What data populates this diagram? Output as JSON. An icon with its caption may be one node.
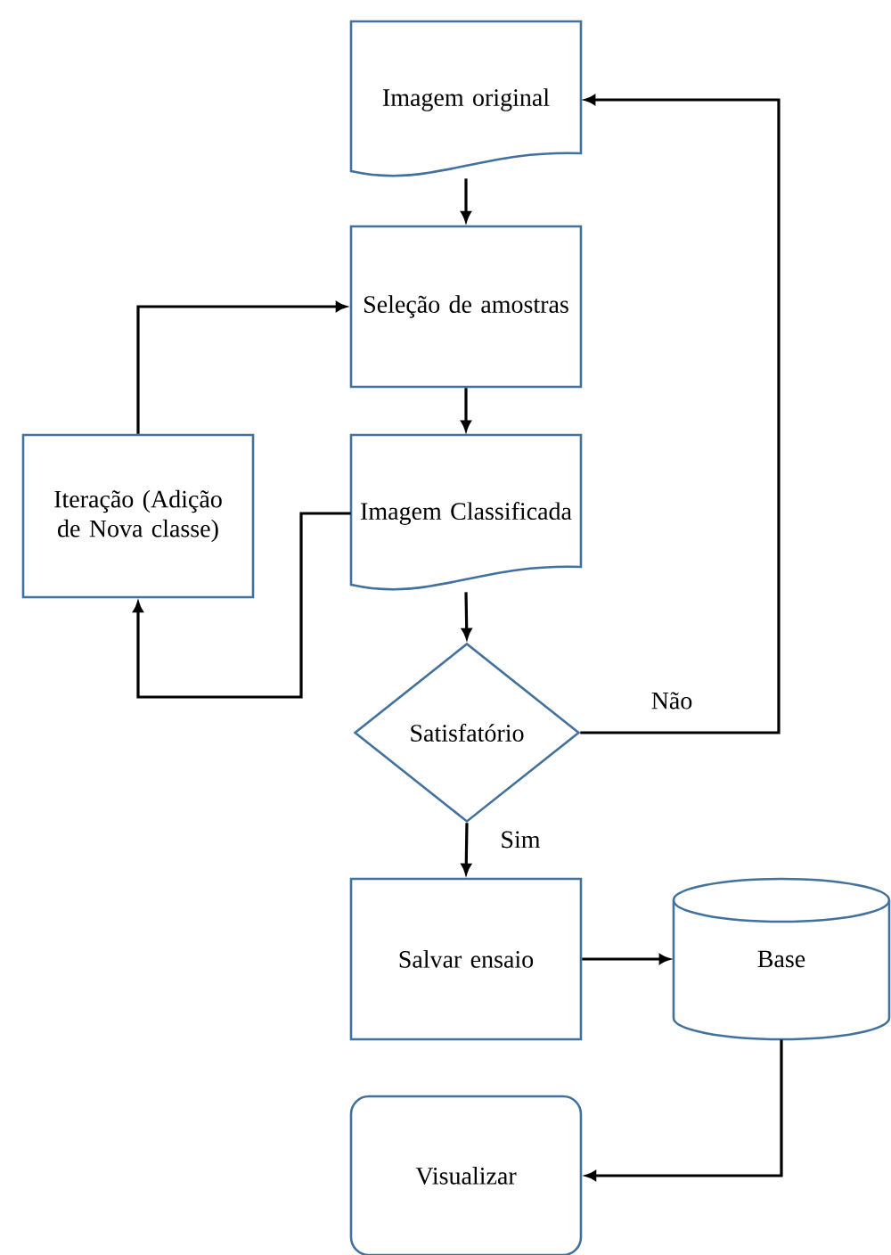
{
  "diagram": {
    "nodes": [
      {
        "text": [
          "Imagem original"
        ]
      },
      {
        "text": [
          "Seleção de amostras"
        ]
      },
      {
        "text": [
          "Iteração (Adição de Nova classe)"
        ]
      },
      {
        "text": [
          "Imagem Classificada"
        ]
      },
      {
        "text": [
          "Satisfatório"
        ]
      },
      {
        "text": [
          "Salvar ensaio"
        ]
      },
      {
        "text": [
          "Base"
        ]
      },
      {
        "text": [
          "Visualizar"
        ]
      }
    ],
    "edges": [
      {
        "from": 0,
        "to": 1,
        "arrow": "to"
      },
      {
        "from": 1,
        "to": 3,
        "arrow": "to"
      },
      {
        "from": 3,
        "to": 2,
        "arrow": "to"
      },
      {
        "from": 2,
        "to": 1,
        "arrow": "to"
      },
      {
        "from": 3,
        "to": 4,
        "arrow": "to"
      },
      {
        "from": 4,
        "to": 0,
        "arrow": "to",
        "label": "Não"
      },
      {
        "from": 4,
        "to": 5,
        "arrow": "to",
        "label": "Sim"
      },
      {
        "from": 5,
        "to": 6,
        "arrow": "to"
      },
      {
        "from": 6,
        "to": 7,
        "arrow": "to"
      }
    ]
  }
}
